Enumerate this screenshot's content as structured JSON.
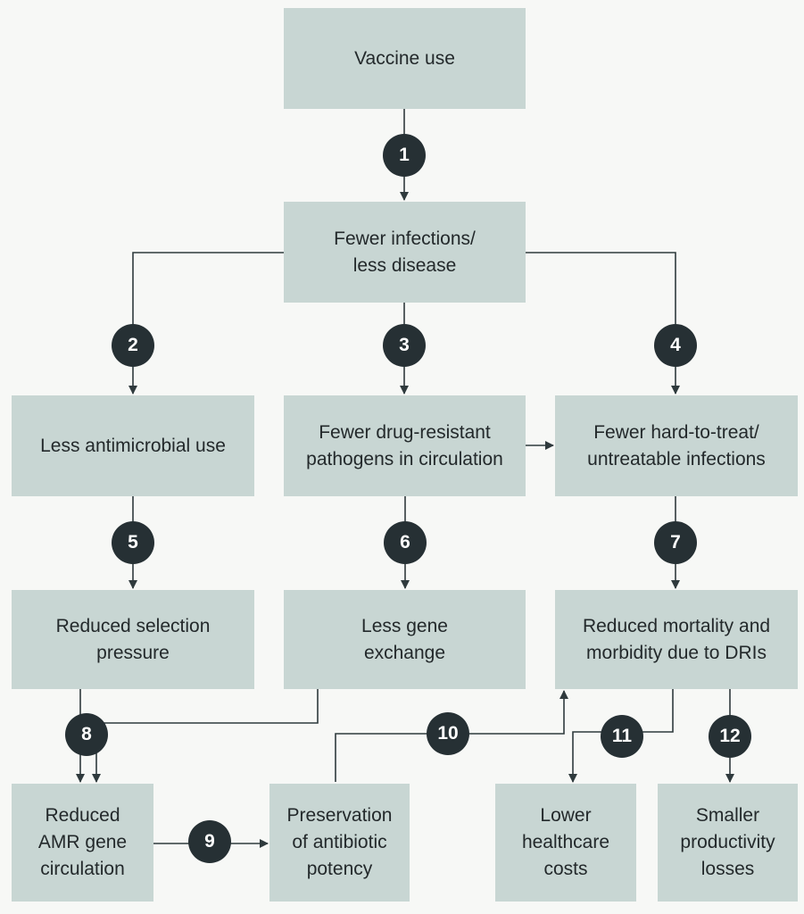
{
  "colors": {
    "box_fill": "#c8d6d3",
    "badge_fill": "#263034",
    "line": "#2f3a3d",
    "background": "#f7f8f6"
  },
  "nodes": {
    "vaccine_use": "Vaccine use",
    "fewer_infections": "Fewer infections/\nless disease",
    "less_antimicrobial_use": "Less antimicrobial use",
    "fewer_drug_resistant": "Fewer drug-resistant\npathogens in circulation",
    "fewer_hard_to_treat": "Fewer hard-to-treat/\nuntreatable infections",
    "reduced_selection_pressure": "Reduced selection\npressure",
    "less_gene_exchange": "Less gene\nexchange",
    "reduced_mortality": "Reduced mortality and\nmorbidity due to DRIs",
    "reduced_amr": "Reduced\nAMR gene\ncirculation",
    "preservation_potency": "Preservation\nof antibiotic\npotency",
    "lower_costs": "Lower\nhealthcare\ncosts",
    "smaller_losses": "Smaller\nproductivity\nlosses"
  },
  "badges": {
    "b1": "1",
    "b2": "2",
    "b3": "3",
    "b4": "4",
    "b5": "5",
    "b6": "6",
    "b7": "7",
    "b8": "8",
    "b9": "9",
    "b10": "10",
    "b11": "11",
    "b12": "12"
  }
}
